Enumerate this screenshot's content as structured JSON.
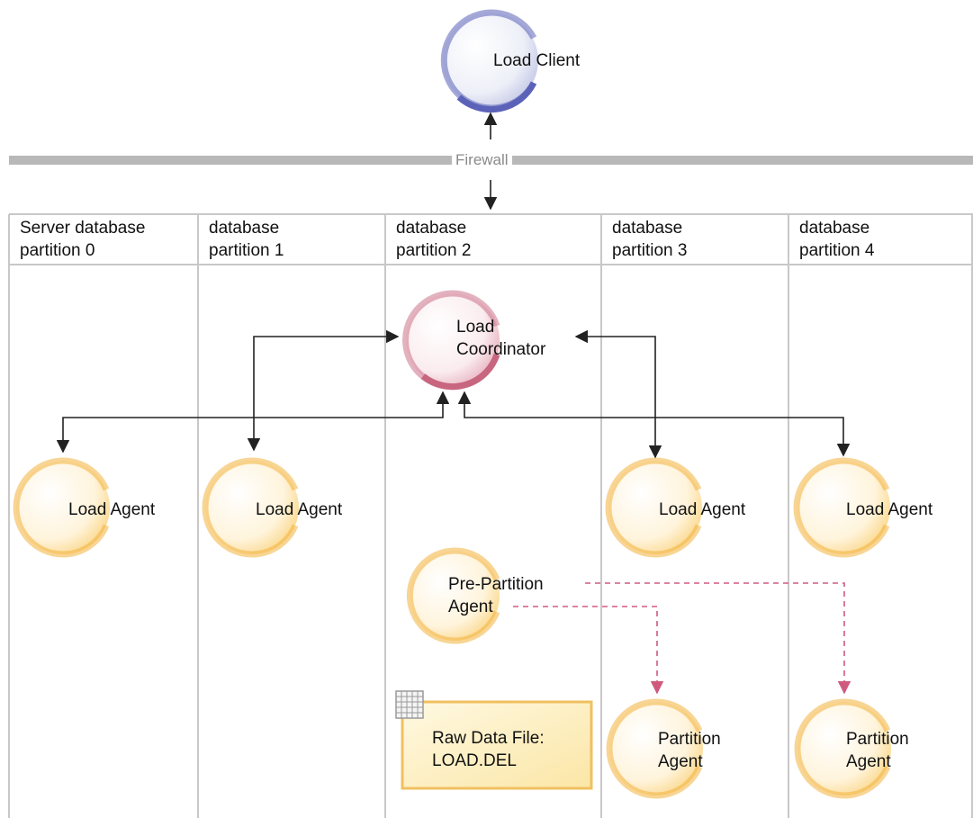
{
  "firewall": {
    "label": "Firewall"
  },
  "columns": [
    {
      "line1": "Server database",
      "line2": "partition 0"
    },
    {
      "line1": "database",
      "line2": "partition 1"
    },
    {
      "line1": "database",
      "line2": "partition 2"
    },
    {
      "line1": "database",
      "line2": "partition 3"
    },
    {
      "line1": "database",
      "line2": "partition 4"
    }
  ],
  "nodes": {
    "load_client": {
      "label": "Load Client"
    },
    "load_coordinator": {
      "line1": "Load",
      "line2": "Coordinator"
    },
    "load_agent": {
      "label": "Load Agent"
    },
    "pre_partition_agent": {
      "line1": "Pre-Partition",
      "line2": "Agent"
    },
    "partition_agent": {
      "line1": "Partition",
      "line2": "Agent"
    },
    "raw_data_file": {
      "line1": "Raw Data File:",
      "line2": "LOAD.DEL"
    }
  },
  "colors": {
    "client_ring": "#5b62b8",
    "coordinator_ring": "#c8657f",
    "agent_ring": "#f2b23c",
    "dashed_arrow": "#cf5a7e",
    "grid_line": "#c8c8c8",
    "firewall_bar": "#b8b8b8",
    "file_fill": "#fdf0c4",
    "file_border": "#f0c060"
  }
}
